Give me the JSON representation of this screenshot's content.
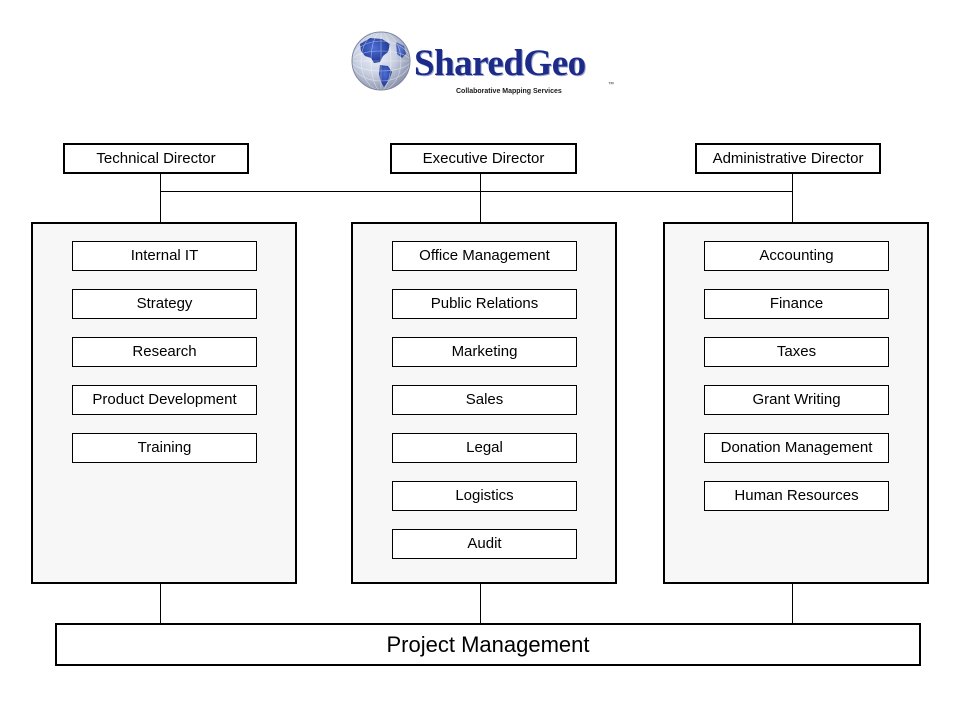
{
  "logo": {
    "brand": "SharedGeo",
    "tagline": "Collaborative Mapping Services",
    "trademark": "™",
    "colors": {
      "brand": "#1c2a8a",
      "globe": "#2a4db8"
    },
    "icon": "globe-icon"
  },
  "directors": {
    "technical": "Technical Director",
    "executive": "Executive Director",
    "administrative": "Administrative Director"
  },
  "divisions": {
    "technical": [
      "Internal IT",
      "Strategy",
      "Research",
      "Product Development",
      "Training"
    ],
    "executive": [
      "Office Management",
      "Public Relations",
      "Marketing",
      "Sales",
      "Legal",
      "Logistics",
      "Audit"
    ],
    "administrative": [
      "Accounting",
      "Finance",
      "Taxes",
      "Grant Writing",
      "Donation Management",
      "Human Resources"
    ]
  },
  "footer": {
    "project_management": "Project Management"
  }
}
